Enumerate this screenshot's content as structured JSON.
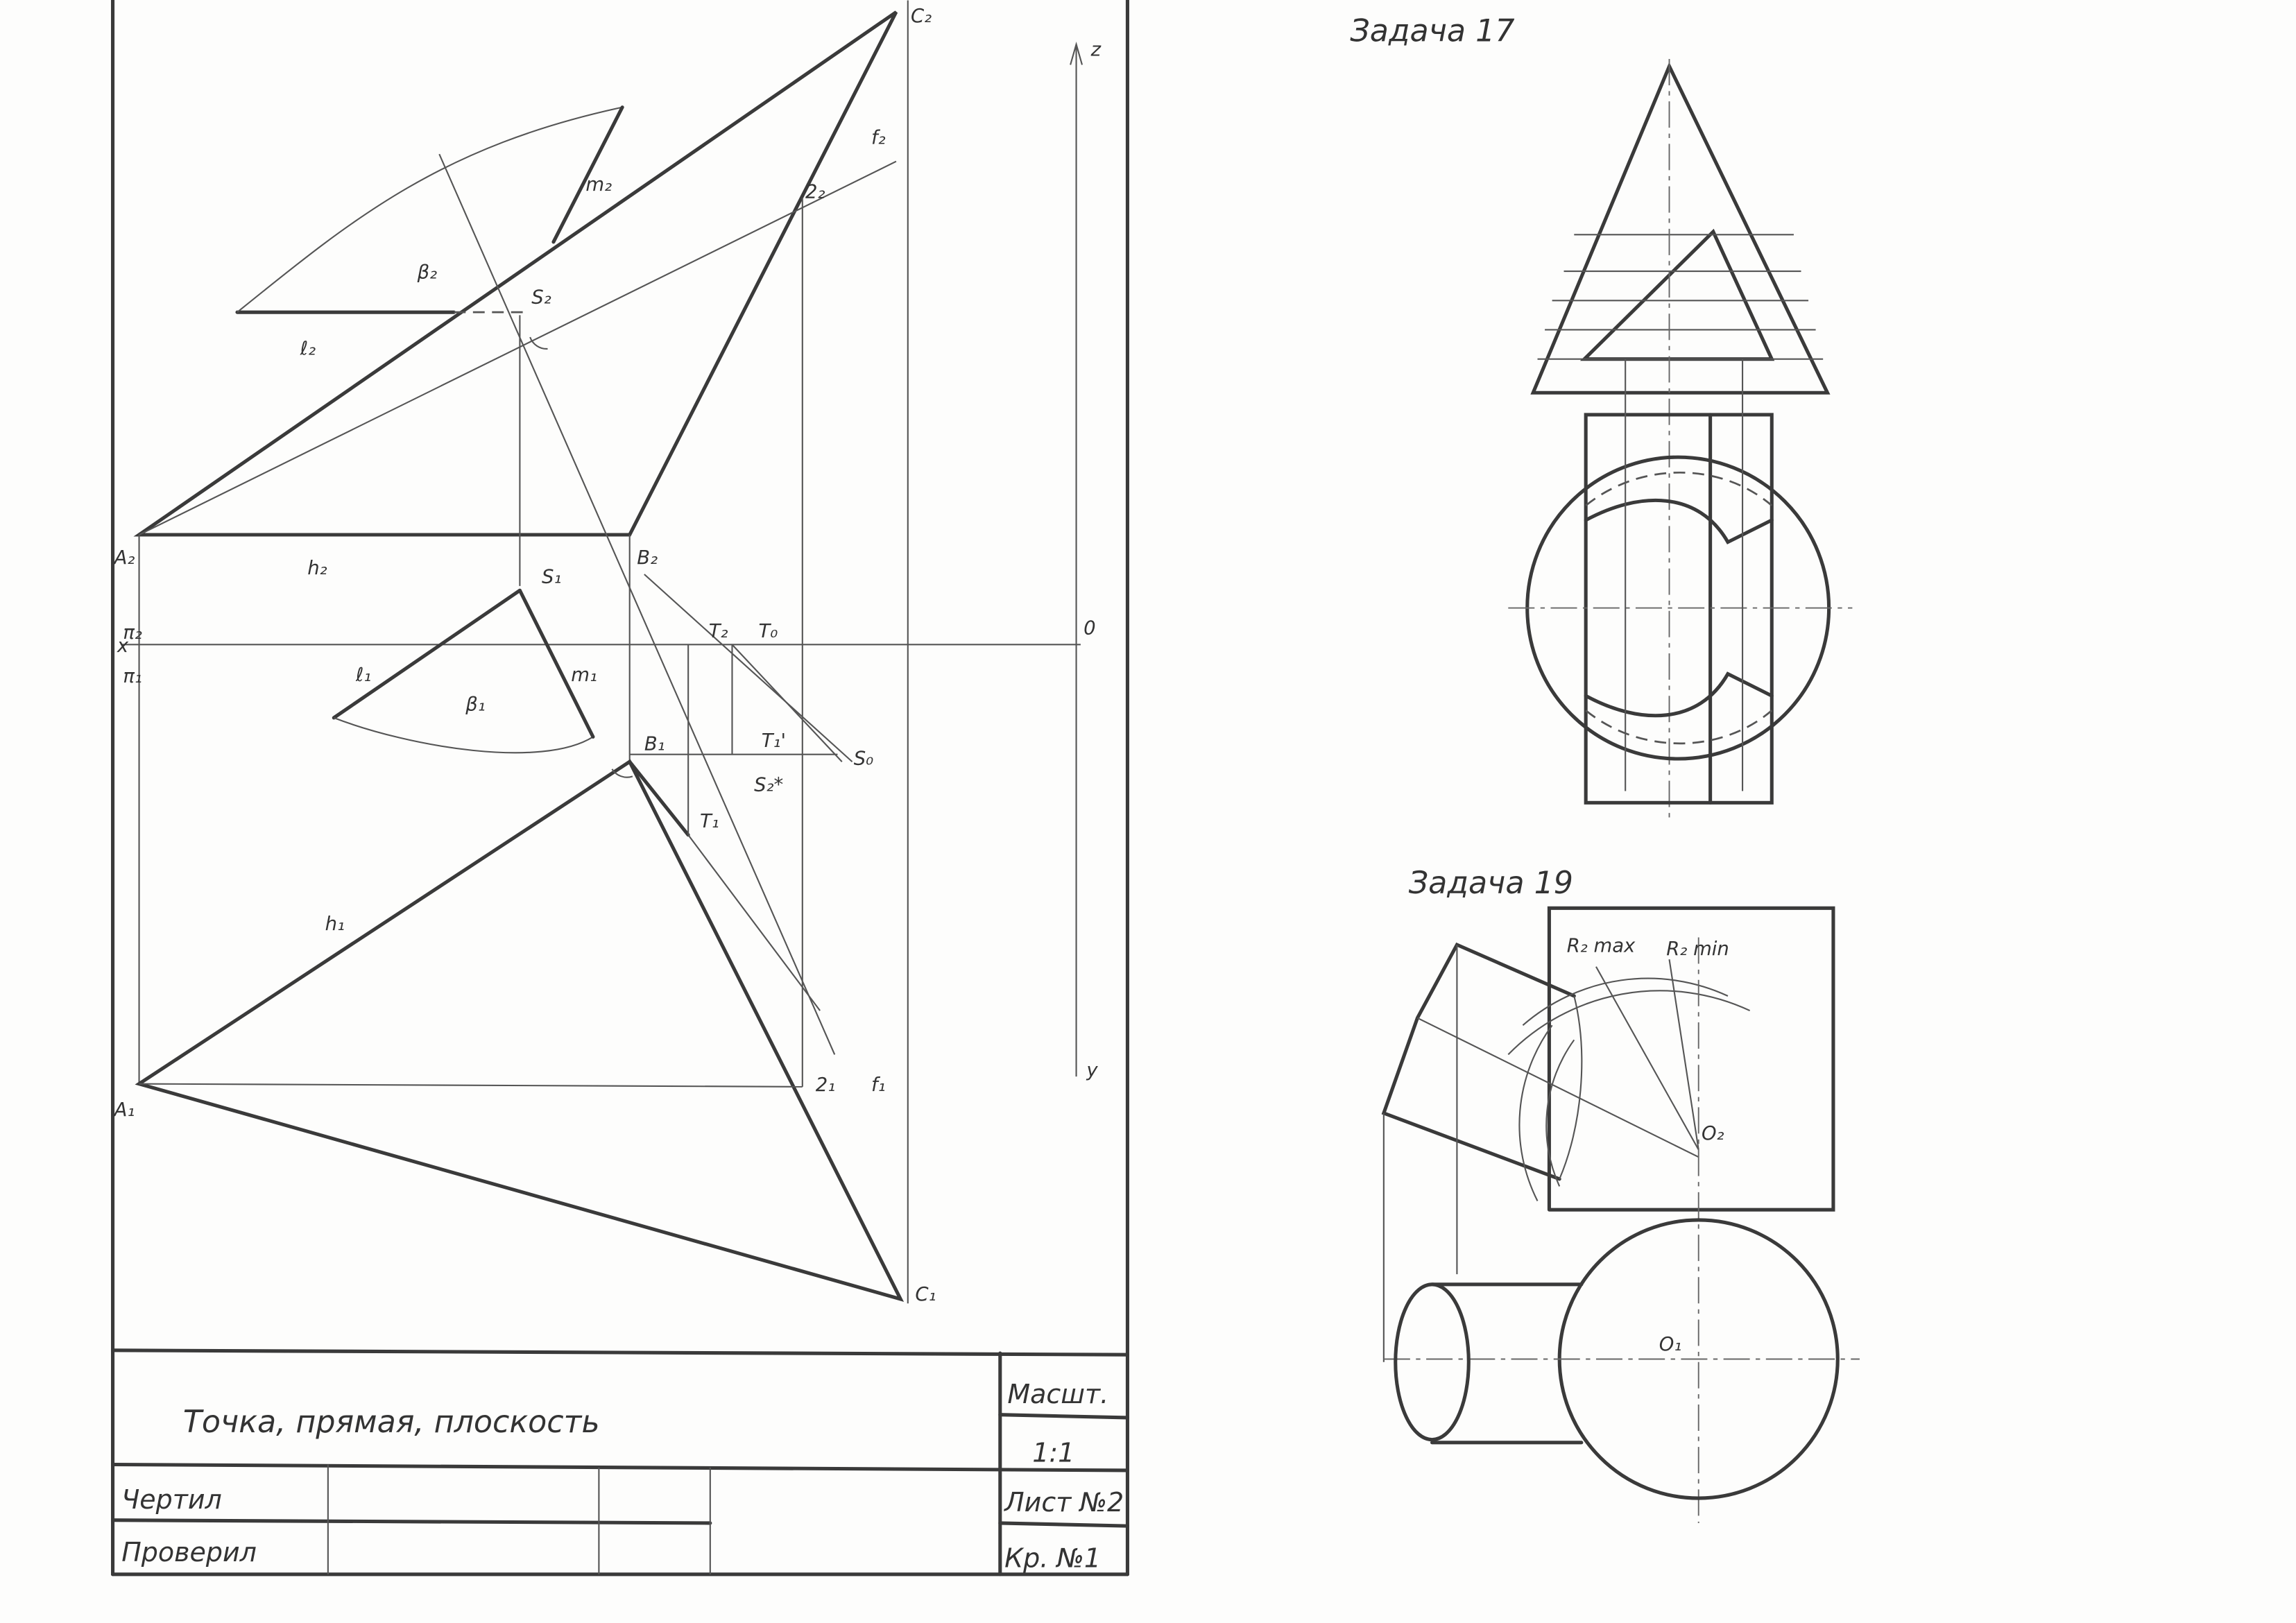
{
  "title_block": {
    "title": "Точка, прямая, плоскость",
    "drew_label": "Чертил",
    "checked_label": "Проверил",
    "scale_label": "Масшт.",
    "scale_value": "1:1",
    "sheet": "Лист №2",
    "work": "Кр. №1"
  },
  "task17": {
    "title": "Задача 17"
  },
  "task19": {
    "title": "Задача 19",
    "labels": {
      "rmax": "R₂ max",
      "rmin": "R₂ min",
      "o2": "O₂",
      "o1": "O₁"
    }
  },
  "main_labels": {
    "a2": "A₂",
    "b2": "B₂",
    "c2": "C₂",
    "a1": "A₁",
    "b1": "B₁",
    "c1": "C₁",
    "h2": "h₂",
    "h1": "h₁",
    "f2": "f₂",
    "f1": "f₁",
    "p22": "2₂",
    "p21": "2₁",
    "beta2": "β₂",
    "beta1": "β₁",
    "l2": "ℓ₂",
    "l1": "ℓ₁",
    "m2": "m₂",
    "m1": "m₁",
    "s2": "S₂",
    "s1": "S₁",
    "s2star": "S₂*",
    "s0": "S₀",
    "t2": "T₂",
    "t0": "T₀",
    "t1p": "T₁'",
    "t1": "T₁",
    "x": "x",
    "pi2": "π₂",
    "pi1": "π₁",
    "o": "0",
    "z": "z",
    "y": "y"
  }
}
